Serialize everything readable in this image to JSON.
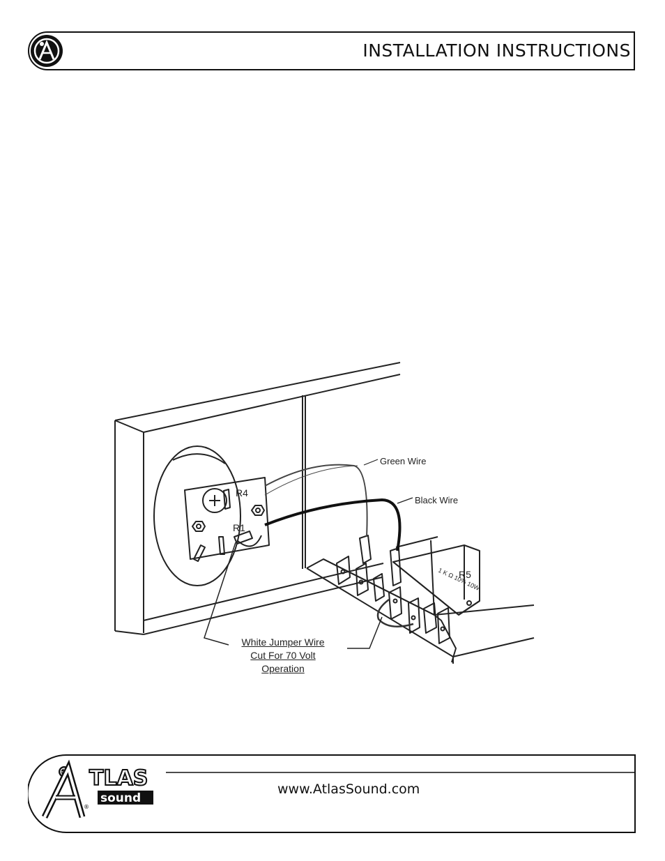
{
  "header": {
    "title": "INSTALLATION INSTRUCTIONS",
    "logo_icon": "atlas-a-circle-logo"
  },
  "figure": {
    "labels": {
      "green_wire": "Green Wire",
      "black_wire": "Black Wire",
      "r4": "R4",
      "r1": "R1",
      "r5": "R5",
      "jumper_line1": "White Jumper Wire",
      "jumper_line2": "Cut For 70 Volt",
      "jumper_line3": "Operation"
    }
  },
  "footer": {
    "brand": "ATLAS sound",
    "url": "www.AtlasSound.com"
  }
}
